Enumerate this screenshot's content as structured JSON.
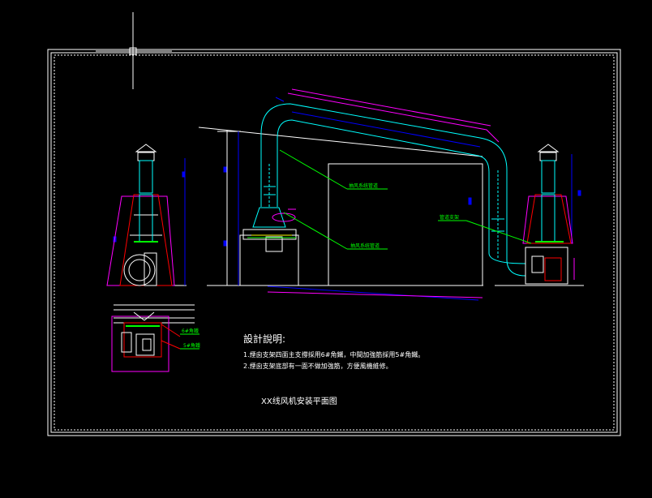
{
  "drawing": {
    "notes_heading": "設計說明:",
    "notes": [
      "1.煙囪支架四面主支撐採用6#角鐵，中間加強筋採用5#角鐵。",
      "2.煙囪支架底部有一面不做加強筋，方便風機維修。"
    ],
    "title": "XX线风机安装平面图",
    "callouts": {
      "pipe_1": "抽风系统管道",
      "pipe_2": "抽风系统管道",
      "pipe_support": "管道支架",
      "angle_6": "6#角鐵",
      "angle_5": "5#角鐵"
    }
  },
  "colors": {
    "background": "#000000",
    "frame": "#ffffff",
    "duct": "#00ffff",
    "structure": "#ff00ff",
    "fan_red": "#ff0000",
    "dimension": "#0000ff",
    "leader": "#00ff00",
    "label": "#00ff00"
  }
}
